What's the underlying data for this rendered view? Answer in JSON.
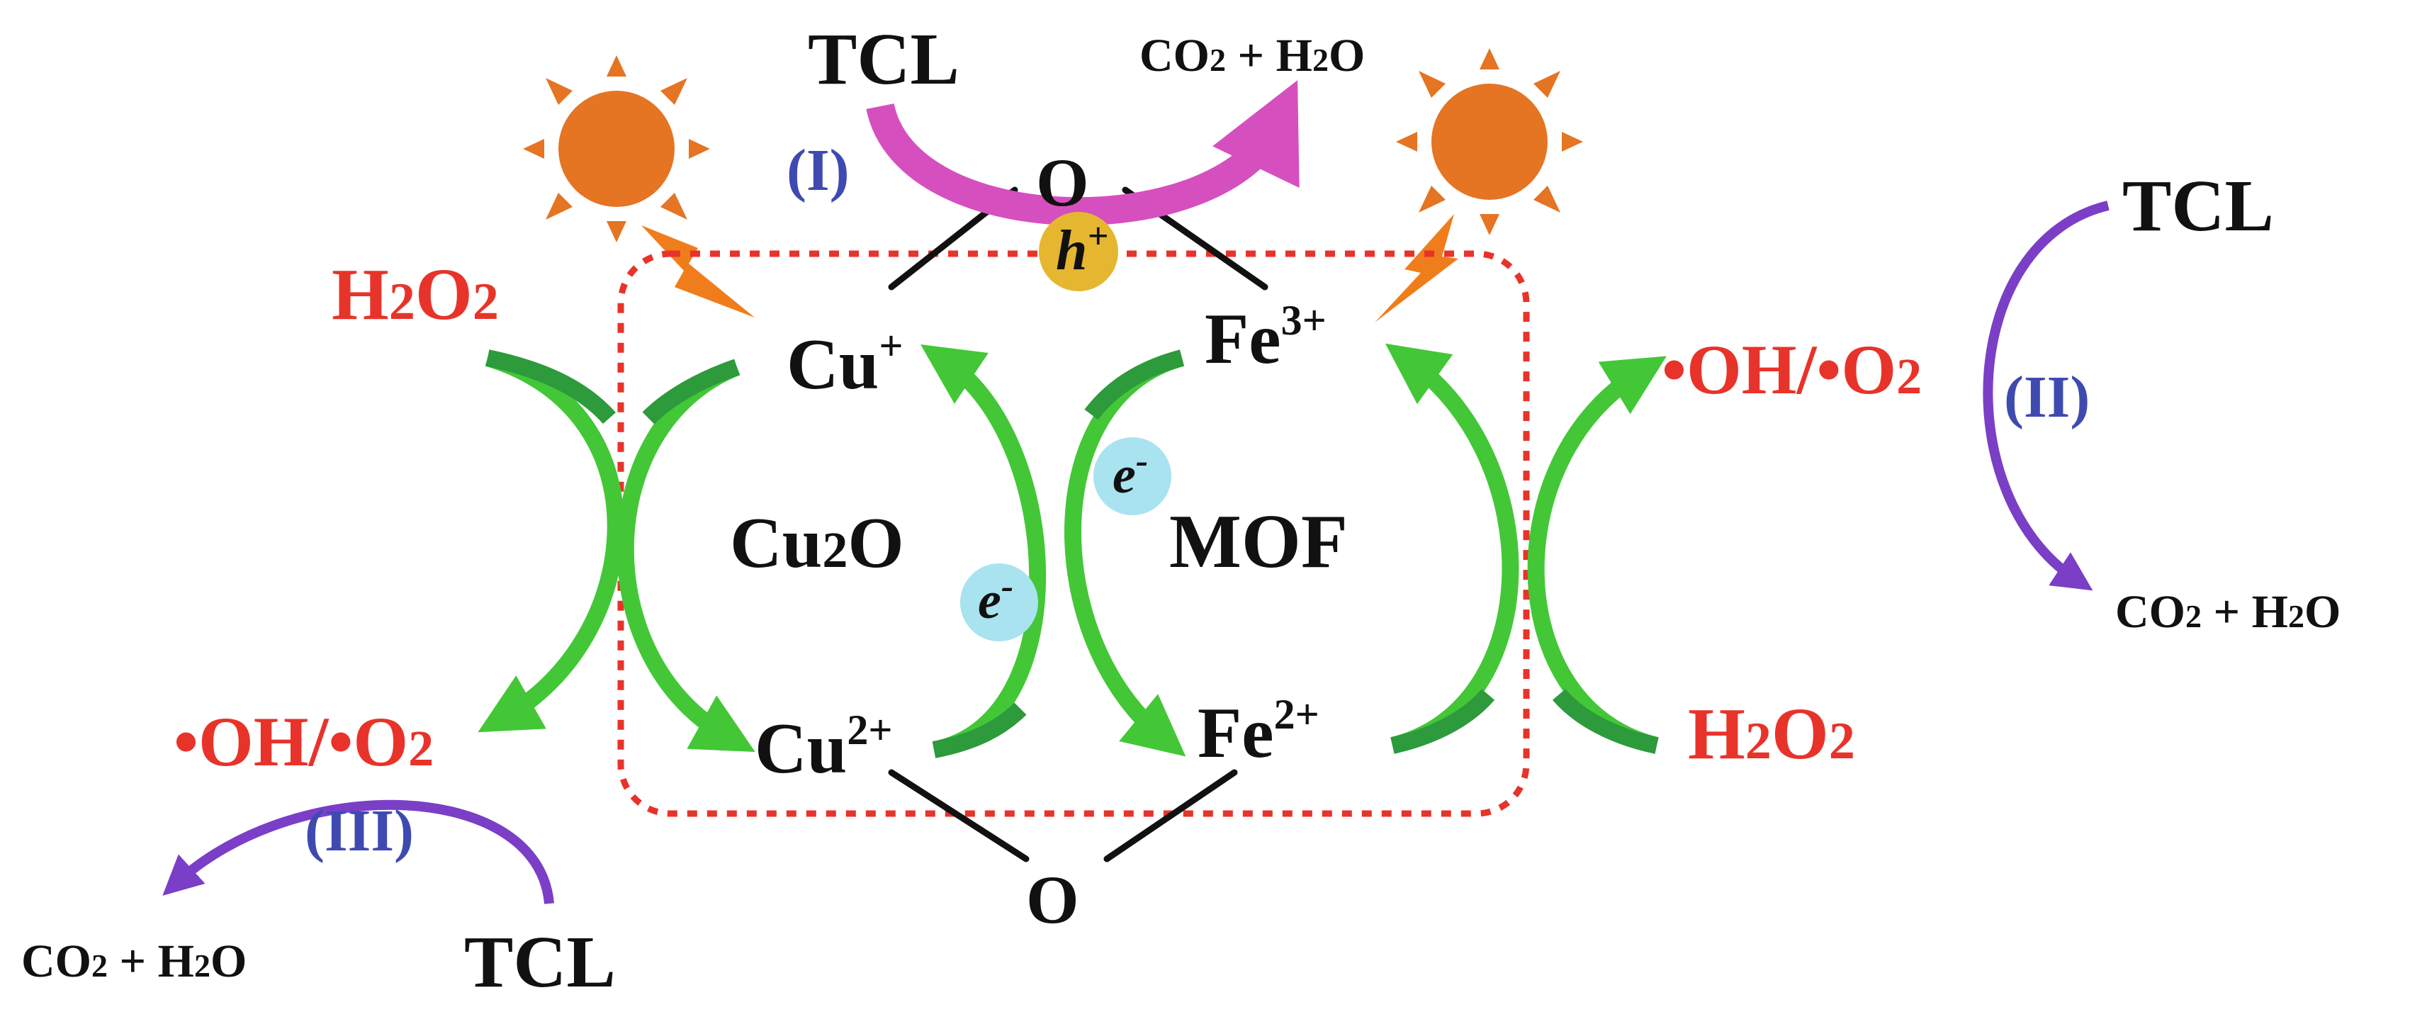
{
  "diagram": {
    "tcl_top": "TCL",
    "co2_h2o_top": {
      "a": "CO",
      "b": "2",
      "c": " + H",
      "d": "2",
      "e": "O"
    },
    "label_I": "(I)",
    "label_II": "(II)",
    "label_III": "(III)",
    "oxygen_top": "O",
    "oxygen_bottom": "O",
    "hole": {
      "base": "h",
      "sup": "+"
    },
    "electron": {
      "base": "e",
      "sup": "-"
    },
    "cu_plus": {
      "base": "Cu",
      "sup": "+"
    },
    "cu_2plus": {
      "base": "Cu",
      "sup": "2+"
    },
    "fe_3plus": {
      "base": "Fe",
      "sup": "3+"
    },
    "fe_2plus": {
      "base": "Fe",
      "sup": "2+"
    },
    "cu2o": {
      "a": "Cu",
      "b": "2",
      "c": "O"
    },
    "mof": "MOF",
    "h2o2": {
      "a": "H",
      "b": "2",
      "c": "O",
      "d": "2"
    },
    "radicals": {
      "a": "•OH/•O",
      "b": "2"
    },
    "tcl_right": "TCL",
    "co2_h2o_right": {
      "a": "CO",
      "b": "2",
      "c": " + H",
      "d": "2",
      "e": "O"
    },
    "tcl_bottom": "TCL",
    "co2_h2o_bottom": {
      "a": "CO",
      "b": "2",
      "c": " + H",
      "d": "2",
      "e": "O"
    },
    "colors": {
      "sun": "#e57423",
      "bolt": "#f07d1b",
      "hole_circle": "#e5b730",
      "electron_circle": "#a8e3ef",
      "dashed_box": "#e8332a",
      "magenta_arrow": "#d64fbf",
      "purple_arrow": "#7a3fc6",
      "green_light": "#43c737",
      "green_dark": "#2d9a3c"
    }
  }
}
